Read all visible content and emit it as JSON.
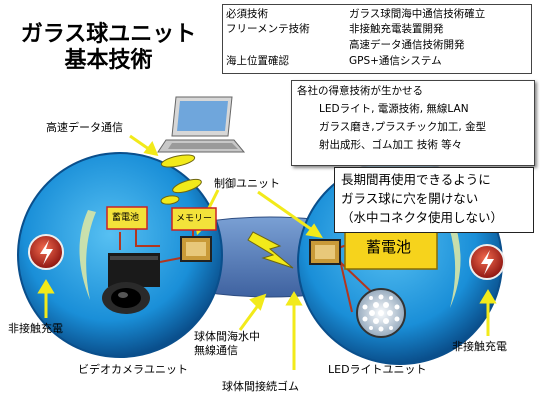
{
  "title": {
    "line1": "ガラス球ユニット",
    "line2": "基本技術"
  },
  "requirements": {
    "row1": {
      "label": "必須技術",
      "value": "ガラス球間海中通信技術確立"
    },
    "row2": {
      "label": "フリーメンテ技術",
      "value": "非接触充電装置開発"
    },
    "row3": {
      "label": "",
      "value": "高速データ通信技術開発"
    },
    "row4": {
      "label": "海上位置確認",
      "value": "GPS+通信システム"
    }
  },
  "strengths": {
    "line1": "各社の得意技術が生かせる",
    "line2": "LEDライト, 電源技術, 無線LAN",
    "line3": "ガラス磨き,プラスチック加工, 金型",
    "line4": "射出成形、ゴム加工  技術  等々"
  },
  "reuse_note": {
    "line1": "長期間再使用できるように",
    "line2": "ガラス球に穴を開けない",
    "line3": "（水中コネクタ使用しない）"
  },
  "labels": {
    "high_speed_data": "高速データ通信",
    "control_unit": "制御ユニット",
    "battery_small": "蓄電池",
    "memory": "メモリー",
    "battery_large": "蓄電池",
    "wireless_left": "非接触充電",
    "wireless_right": "非接触充電",
    "inter_sphere_line1": "球体間海水中",
    "inter_sphere_line2": "無線通信",
    "video_camera_unit": "ビデオカメラユニット",
    "led_light_unit": "LEDライトユニット",
    "inter_sphere_rubber": "球体間接続ゴム"
  },
  "colors": {
    "sphere": "#1a8fd8",
    "sphere_edge": "#0a4f8c",
    "tube": "#5a7fb8",
    "inner_box": "#f3e23a",
    "battery_large_box": "#f6d31c",
    "arrow": "#f2ea1a",
    "charge_icon": "#c8281e",
    "chip": "#d6a83a"
  },
  "icons": [
    "laptop-icon",
    "camera-icon",
    "led-array-icon",
    "lightning-icon",
    "charger-icon",
    "chip-icon"
  ]
}
